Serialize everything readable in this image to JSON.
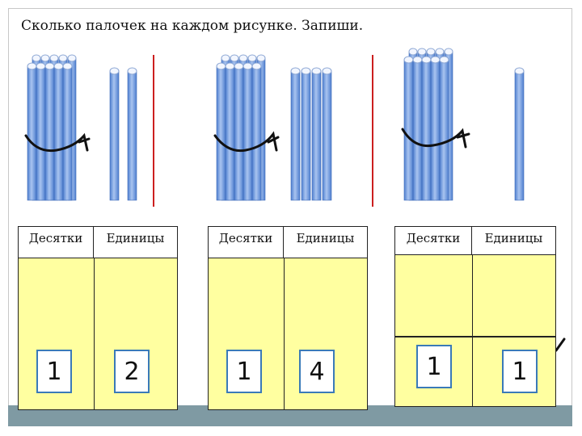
{
  "task": {
    "title": "Сколько палочек на каждом рисунке. Запиши."
  },
  "tables": [
    {
      "tens_label": "Десятки",
      "ones_label": "Единицы",
      "tens_value": "1",
      "ones_value": "2"
    },
    {
      "tens_label": "Десятки",
      "ones_label": "Единицы",
      "tens_value": "1",
      "ones_value": "4"
    },
    {
      "tens_label": "Десятки",
      "ones_label": "Единицы",
      "tens_value": "1",
      "ones_value": "1"
    }
  ],
  "pictures": [
    {
      "bundles": 1,
      "loose_sticks": 2
    },
    {
      "bundles": 1,
      "loose_sticks": 4
    },
    {
      "bundles": 1,
      "loose_sticks": 1
    }
  ],
  "colors": {
    "stick": "#6f97d9",
    "divider": "#cc1f1f",
    "cell_fill": "#ffffa0",
    "number_box_border": "#3a7ab8",
    "bottom_band": "#7f9aa3"
  }
}
